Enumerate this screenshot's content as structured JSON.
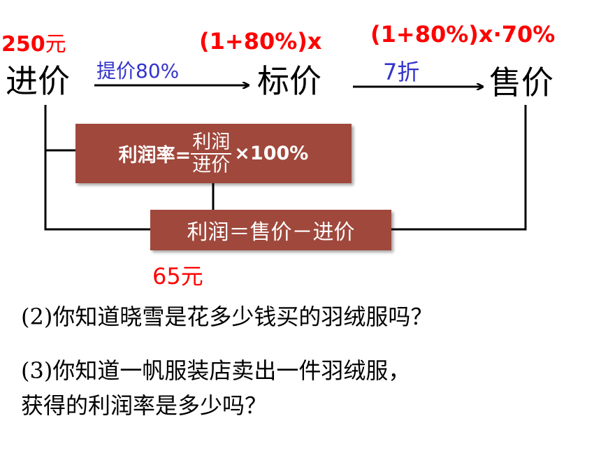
{
  "nodes": {
    "cost": "进价",
    "marked": "标价",
    "sale": "售价"
  },
  "arrows": {
    "markup": "提价80%",
    "discount": "7折"
  },
  "annotations": {
    "cost_value_a": "250",
    "cost_value_b": "元",
    "marked_expr": "(1+80%)x",
    "sale_expr": "(1+80%)x·70%",
    "profit_value": "65元"
  },
  "formulas": {
    "rate_lhs": "利润率=",
    "rate_num": "利润",
    "rate_den": "进价",
    "rate_rhs": "×100%",
    "profit": "利润＝售价－进价"
  },
  "questions": {
    "q2": "(2)你知道晓雪是花多少钱买的羽绒服吗？",
    "q3_line1": "(3)你知道一帆服装店卖出一件羽绒服，",
    "q3_line2": "获得的利润率是多少吗？"
  },
  "colors": {
    "box": "#a0483c",
    "red": "#ff0000",
    "blue": "#3333cc"
  }
}
